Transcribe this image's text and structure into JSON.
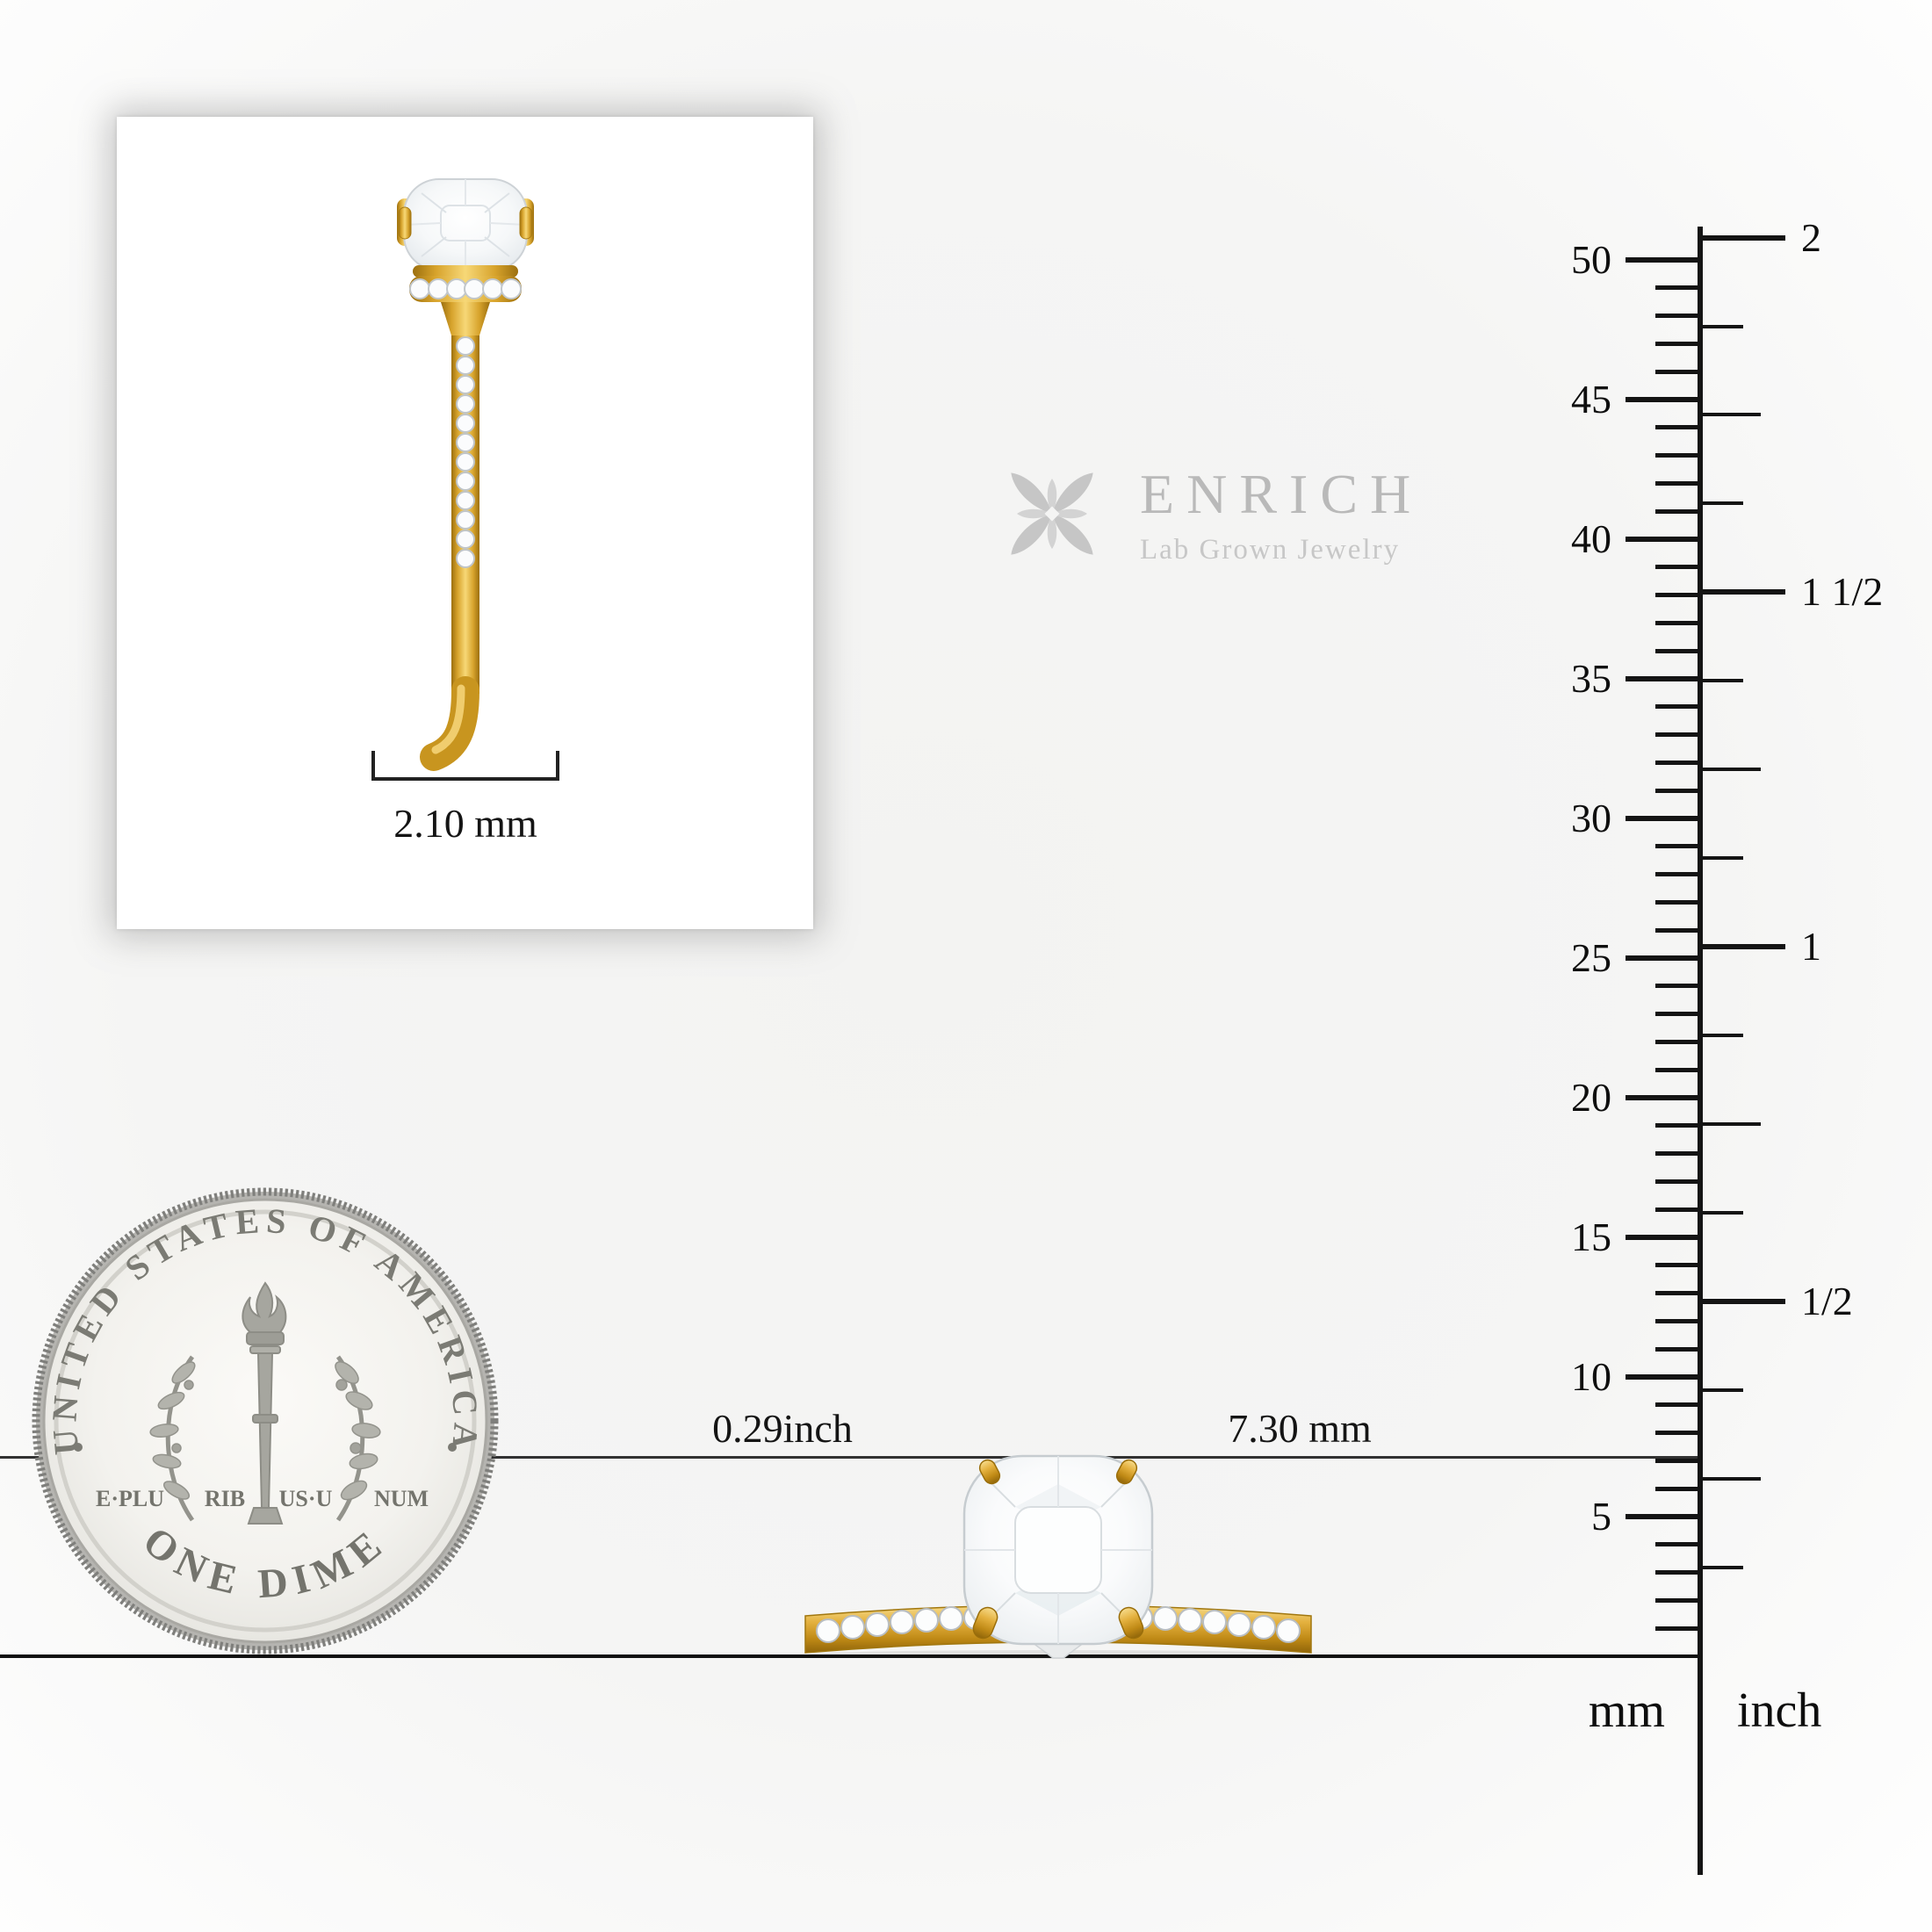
{
  "brand": {
    "name": "ENRICH",
    "tagline": "Lab Grown Jewelry"
  },
  "measurements": {
    "band_width": "2.10 mm",
    "stone_width_inch": "0.29inch",
    "stone_width_mm": "7.30 mm"
  },
  "ruler": {
    "mm_labels": [
      "50",
      "45",
      "40",
      "35",
      "30",
      "25",
      "20",
      "15",
      "10",
      "5"
    ],
    "inch_labels": [
      "2",
      "1 1/2",
      "1",
      "1/2"
    ],
    "unit_left": "mm",
    "unit_right": "inch"
  },
  "coin": {
    "legend_top": "UNITED STATES OF AMERICA",
    "denomination": "ONE DIME",
    "motto_segments": [
      "E·PLU",
      "RIB",
      "US·U",
      "NUM"
    ]
  },
  "colors": {
    "gold": "#d7a32c",
    "gold_light": "#f7d877",
    "gold_dark": "#9c6f0e",
    "line": "#141414",
    "brand_gray": "#b9b9b9",
    "coin_engraving": "#8d8d86"
  }
}
